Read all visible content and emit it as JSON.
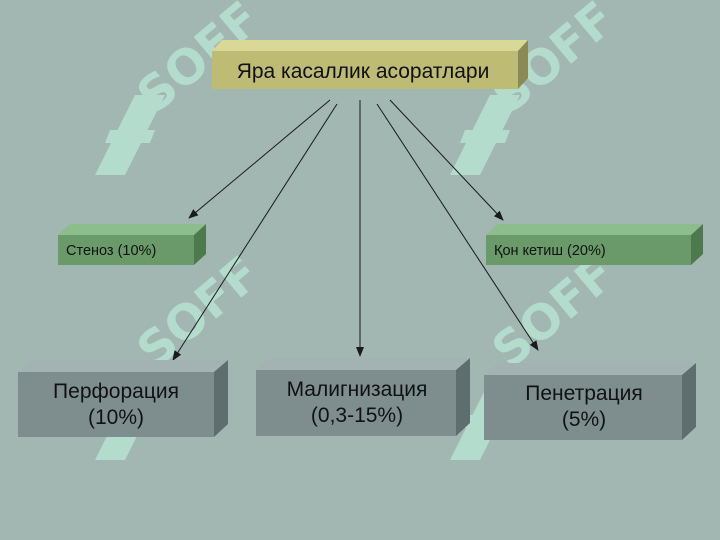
{
  "diagram": {
    "root": {
      "label": "Яра касаллик асоратлари"
    },
    "children": [
      {
        "id": "stenoz",
        "label": "Стеноз (10%)"
      },
      {
        "id": "qon",
        "label": "Қон кетиш (20%)"
      },
      {
        "id": "perf",
        "line1": "Перфорация",
        "line2": "(10%)"
      },
      {
        "id": "malig",
        "line1": "Малигнизация",
        "line2": "(0,3-15%)"
      },
      {
        "id": "penet",
        "line1": "Пенетрация",
        "line2": "(5%)"
      }
    ]
  },
  "watermark": {
    "text": "SOFF"
  },
  "colors": {
    "background": "#a2b6b2",
    "root_box": "#bdbb74",
    "small_box": "#6a9a6a",
    "big_box": "#7e8e8f",
    "arrow": "#1a1a1a",
    "watermark": "#b9e8d6"
  }
}
